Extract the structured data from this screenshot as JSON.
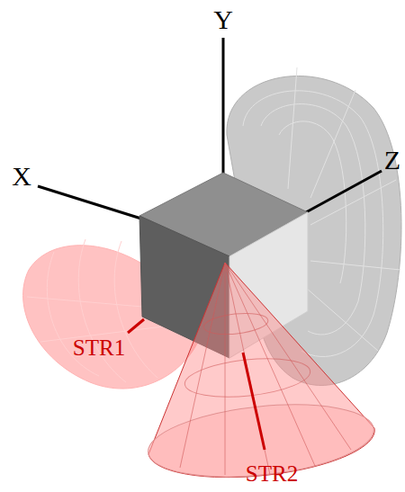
{
  "diagram": {
    "labels": [
      "Y",
      "X",
      "Z",
      "STR1",
      "STR2"
    ]
  }
}
